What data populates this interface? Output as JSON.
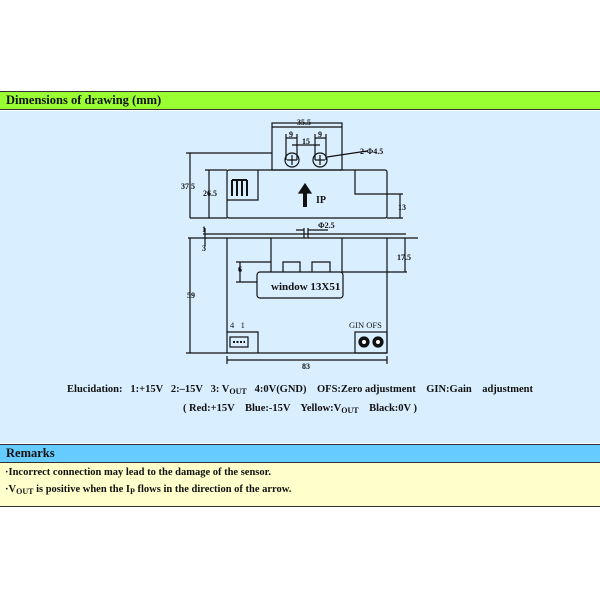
{
  "header": {
    "title": "Dimensions of drawing (mm)"
  },
  "drawing": {
    "dims": {
      "top_width": "35.5",
      "hole_spacing_left": "9",
      "hole_center": "15",
      "hole_spacing_right": "9",
      "holes": "2-Φ4.5",
      "height_total": "37.5",
      "height_body": "26.5",
      "right_step": "13",
      "pin": "Φ2.5",
      "left_offset": "3",
      "offset_1": "1",
      "window_offset": "6",
      "depth": "59",
      "tab_depth": "17.5",
      "width": "83"
    },
    "arrow_label": "IP",
    "window_label": "window 13X51",
    "connector_pins": "4   1",
    "pot_labels": "GIN OFS"
  },
  "elucidation": {
    "line1_a": "Elucidation:   1:+15V   2:–15V   3: V",
    "line1_sub": "OUT",
    "line1_b": "   4:0V(GND)    OFS:Zero adjustment    GIN:Gain    adjustment",
    "line2_a": "( Red:+15V    Blue:-15V    Yellow:V",
    "line2_sub": "OUT",
    "line2_b": "    Black:0V )"
  },
  "remarks": {
    "title": "Remarks",
    "item1": "·Incorrect connection may lead to the damage of the sensor.",
    "item2_a": "·V",
    "item2_sub1": "OUT",
    "item2_b": " is positive when the I",
    "item2_sub2": "P",
    "item2_c": " flows in the direction of the arrow."
  }
}
